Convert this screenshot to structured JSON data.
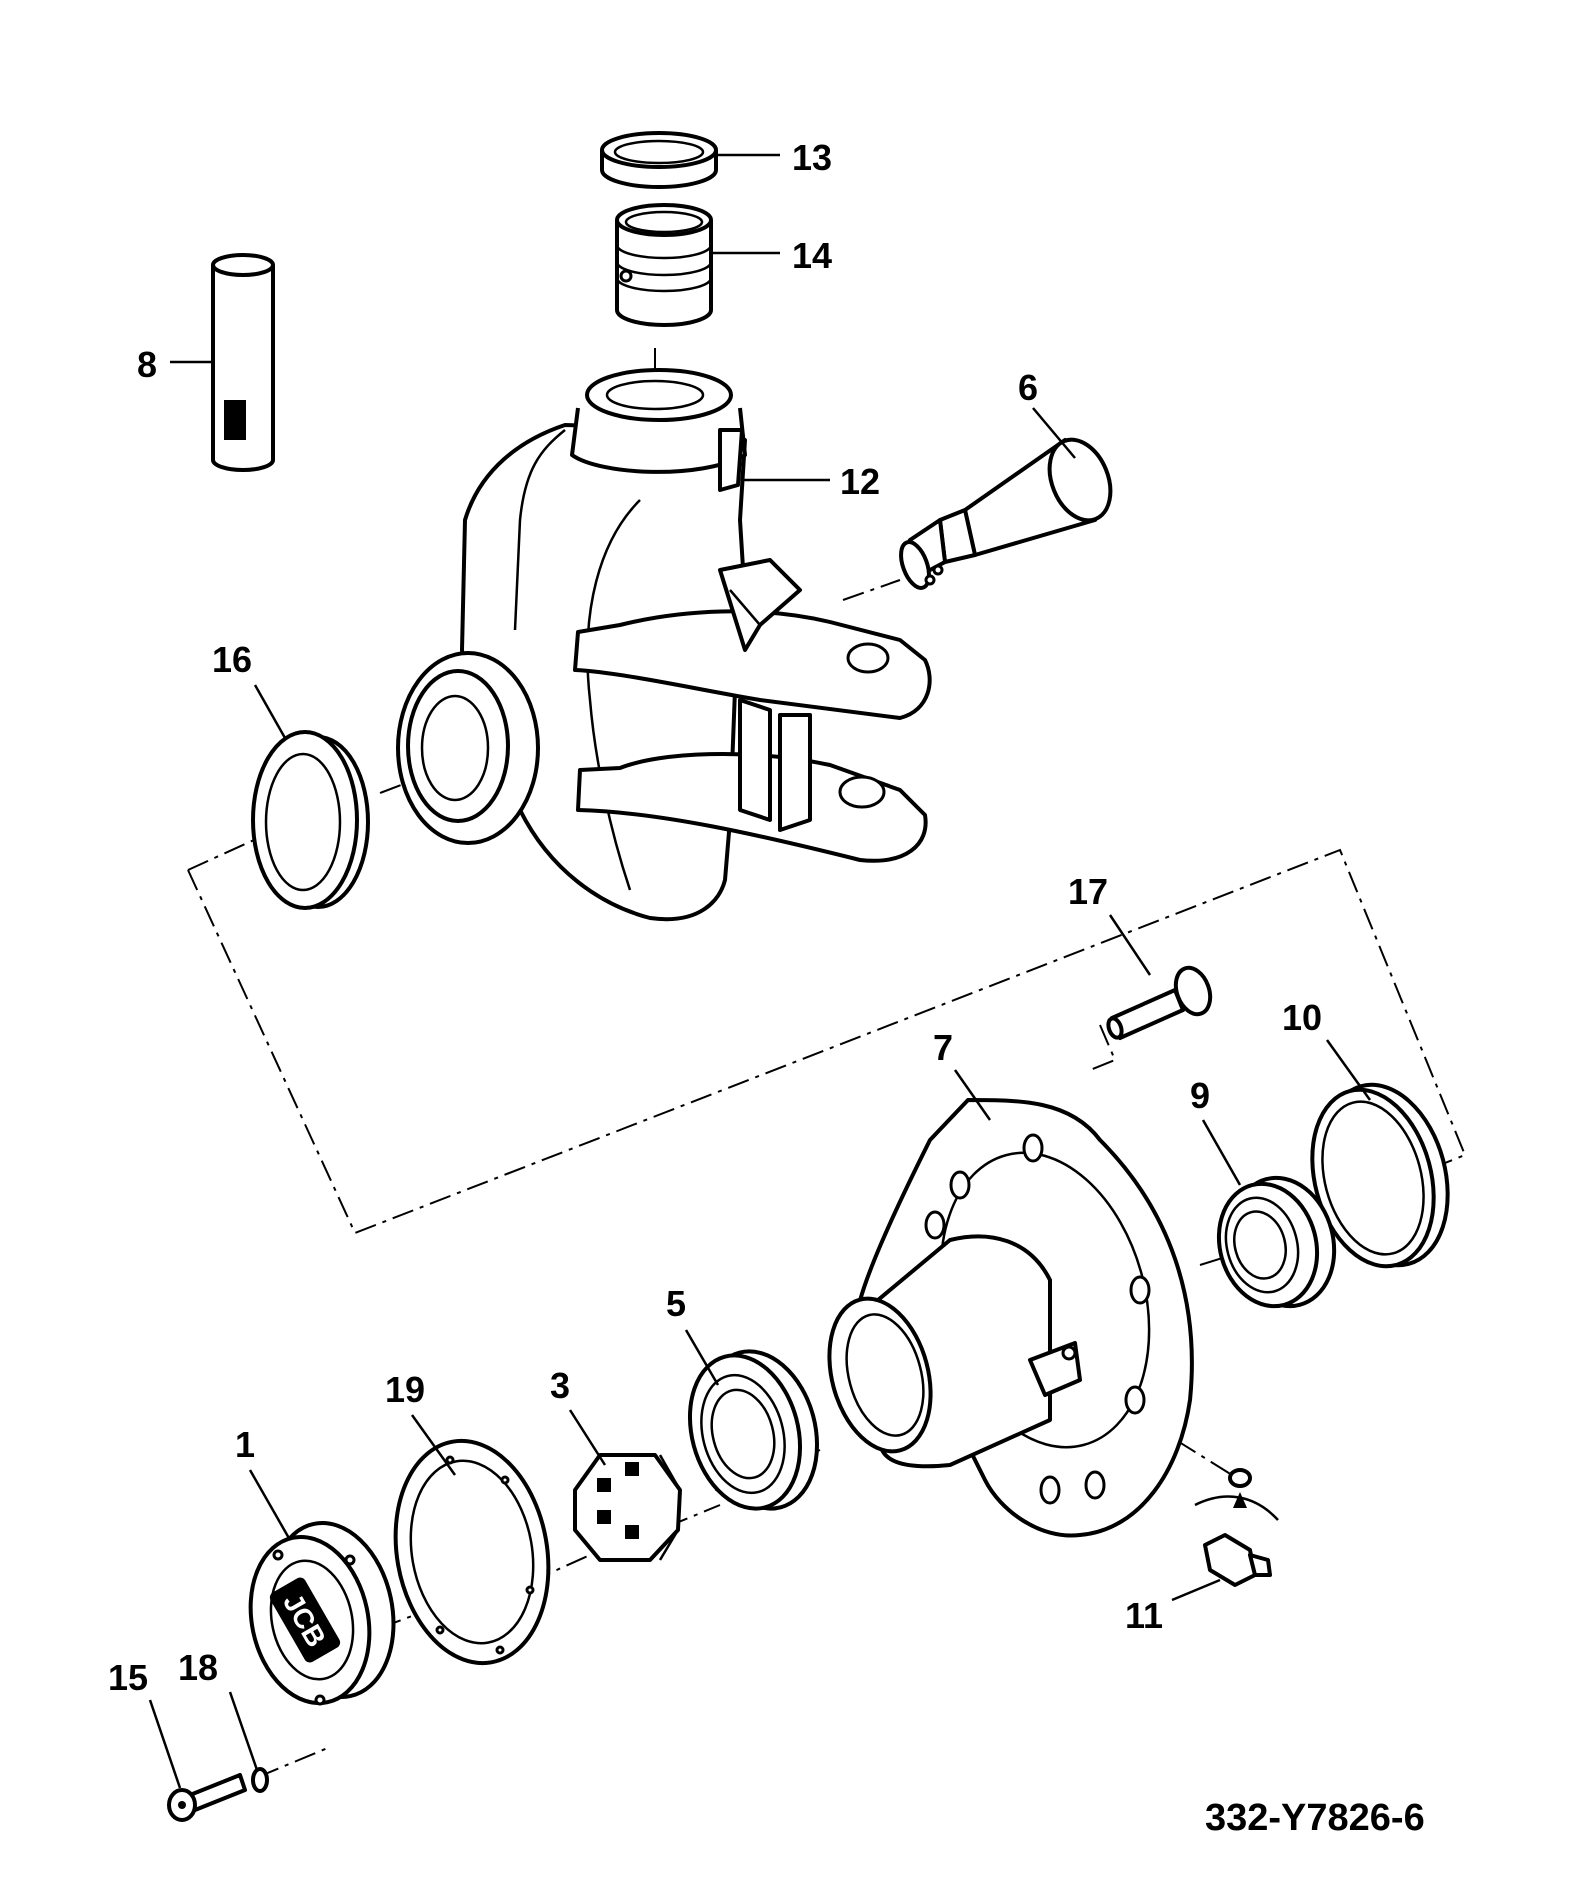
{
  "diagram": {
    "drawing_code": "332-Y7826-6",
    "callouts": [
      "1",
      "3",
      "5",
      "6",
      "7",
      "8",
      "9",
      "10",
      "11",
      "12",
      "13",
      "14",
      "15",
      "16",
      "17",
      "18",
      "19"
    ],
    "logo_text": "JCB"
  }
}
